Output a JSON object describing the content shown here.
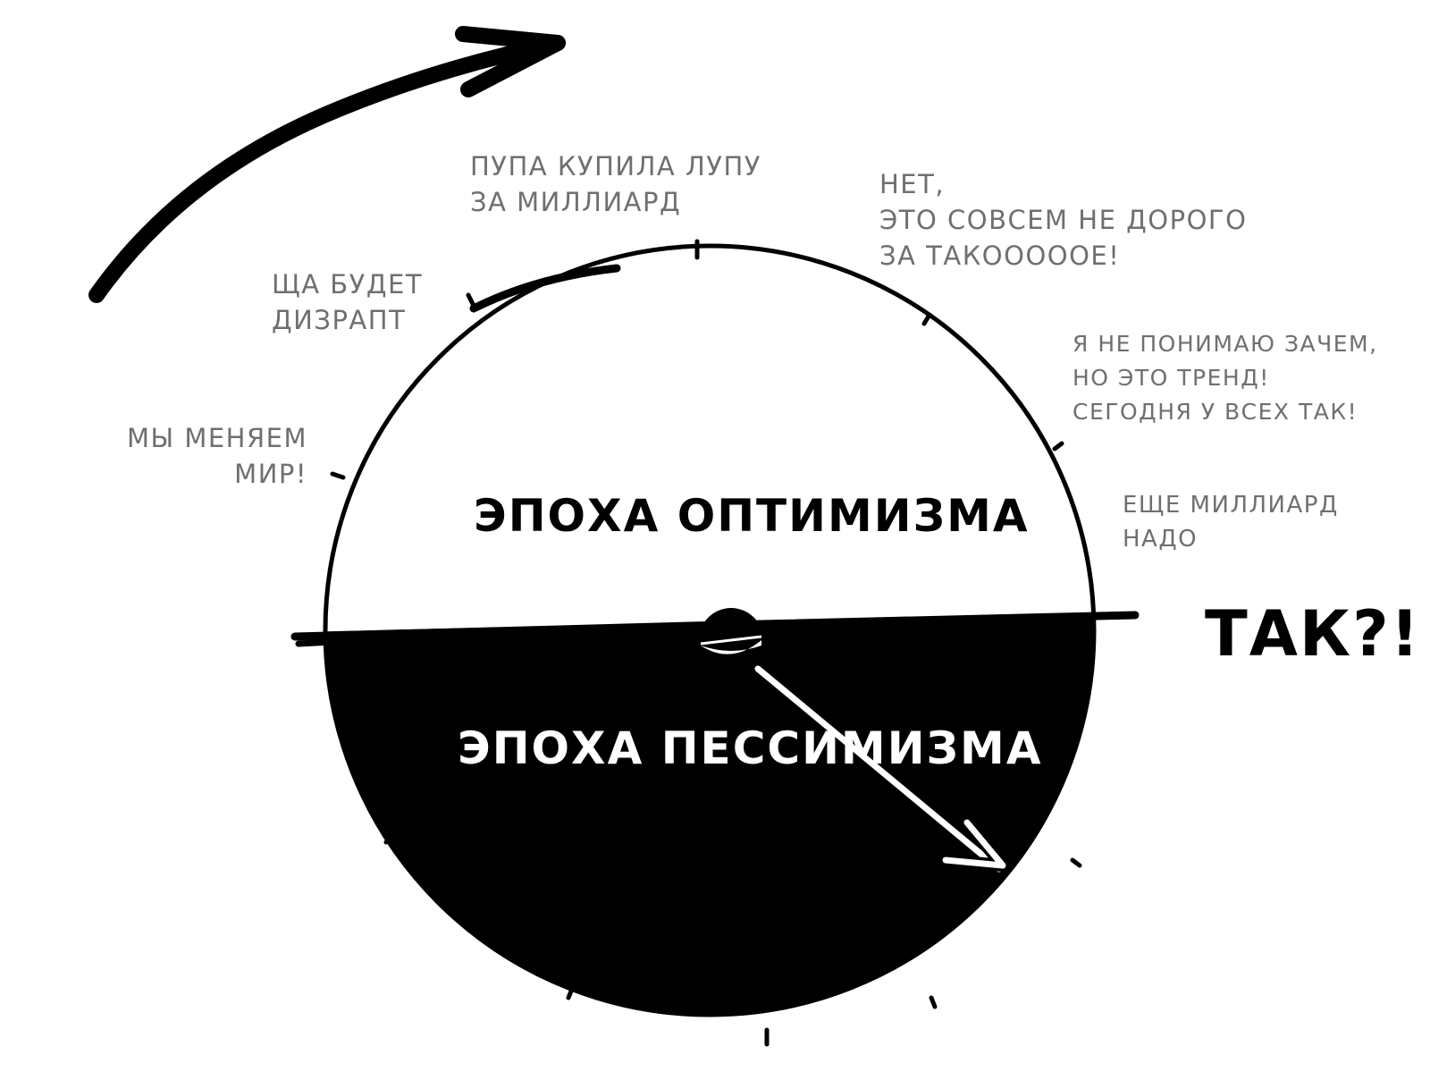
{
  "diagram": {
    "eras": {
      "optimism": "ЭПОХА ОПТИМИЗМА",
      "pessimism": "ЭПОХА ПЕССИМИЗМА"
    },
    "shout": "ТАК?!",
    "notes": [
      {
        "id": "change-world",
        "lines": [
          "МЫ МЕНЯЕМ",
          "МИР!"
        ]
      },
      {
        "id": "disrupt",
        "lines": [
          "ЩА БУДЕТ",
          "ДИЗРАПТ"
        ]
      },
      {
        "id": "pupa-lupa",
        "lines": [
          "ПУПА КУПИЛА ЛУПУ",
          "ЗА МИЛЛИАРД"
        ]
      },
      {
        "id": "not-expensive",
        "lines": [
          "НЕТ,",
          "ЭТО СОВСЕМ НЕ ДОРОГО",
          "ЗА ТАКОООООЕ!"
        ]
      },
      {
        "id": "trend",
        "lines": [
          "Я НЕ ПОНИМАЮ ЗАЧЕМ,",
          "НО ЭТО ТРЕНД!",
          "СЕГОДНЯ У ВСЕХ ТАК!"
        ]
      },
      {
        "id": "one-more-billion",
        "lines": [
          "ЕЩЕ МИЛЛИАРД",
          "НАДО"
        ]
      }
    ]
  }
}
